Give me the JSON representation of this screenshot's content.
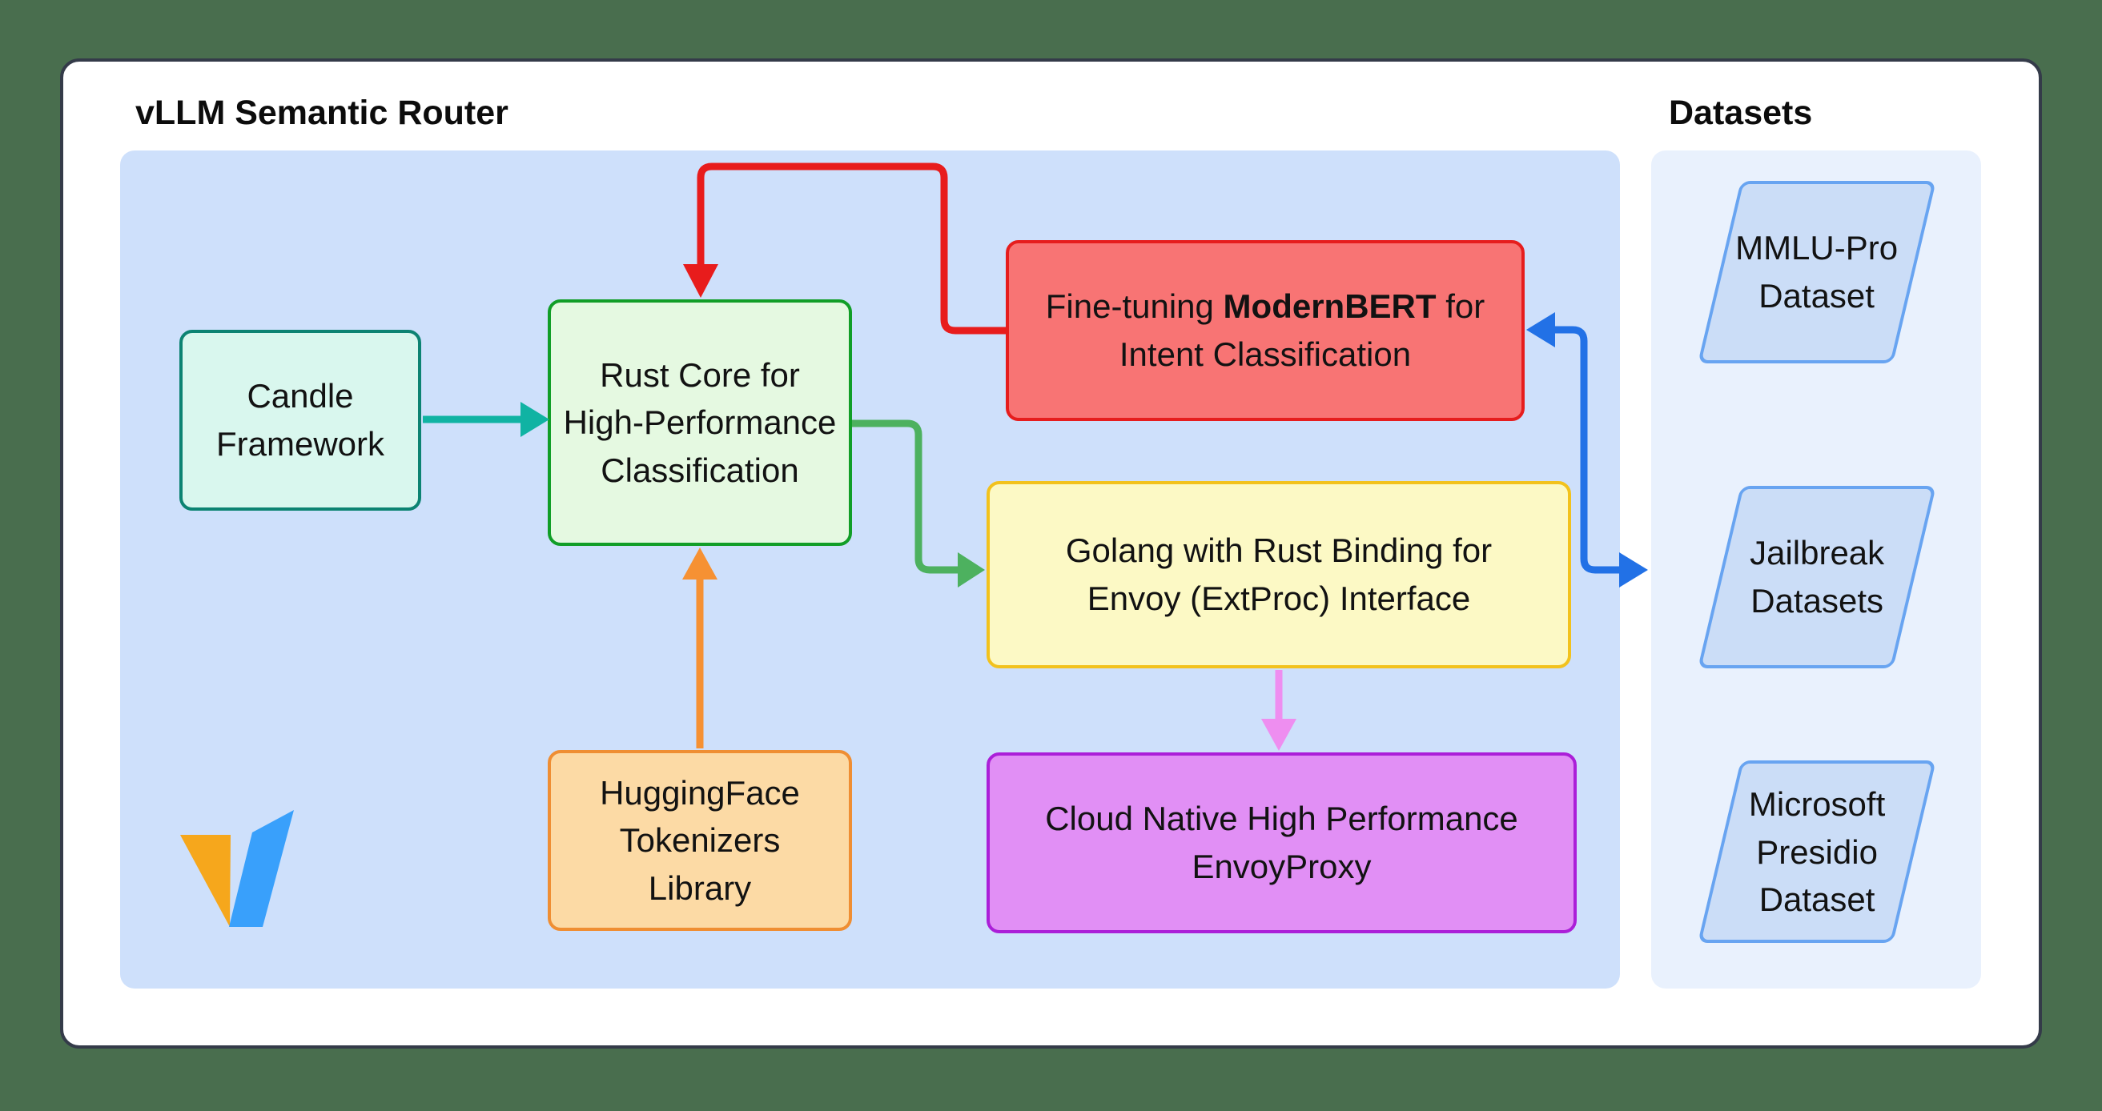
{
  "header": {
    "title": "vLLM Semantic Router",
    "datasets_label": "Datasets"
  },
  "nodes": {
    "candle": {
      "label": "Candle\nFramework"
    },
    "rust_core": {
      "label": "Rust Core for\nHigh-Performance\nClassification"
    },
    "fine_tuning": {
      "prefix": "Fine-tuning ",
      "bold": "ModernBERT",
      "suffix": " for\nIntent Classification"
    },
    "golang": {
      "label": "Golang with Rust Binding for\nEnvoy (ExtProc) Interface"
    },
    "huggingface": {
      "label": "HuggingFace\nTokenizers\nLibrary"
    },
    "envoyproxy": {
      "label": "Cloud Native High Performance\nEnvoyProxy"
    }
  },
  "datasets": [
    {
      "label": "MMLU-Pro\nDataset"
    },
    {
      "label": "Jailbreak\nDatasets"
    },
    {
      "label": "Microsoft\nPresidio\nDataset"
    }
  ],
  "edges": [
    {
      "from": "candle",
      "to": "rust_core",
      "color": "#10b3a3"
    },
    {
      "from": "fine_tuning",
      "to": "rust_core",
      "color": "#e81c1c"
    },
    {
      "from": "rust_core",
      "to": "golang",
      "color": "#4db15f"
    },
    {
      "from": "huggingface",
      "to": "rust_core",
      "color": "#f69133"
    },
    {
      "from": "golang",
      "to": "envoyproxy",
      "color": "#ee8ef0"
    },
    {
      "from": "fine_tuning",
      "to": "datasets_panel",
      "color": "#2271e6",
      "bidirectional": true
    }
  ],
  "colors": {
    "outer_background": "#496e4e",
    "card_background": "#ffffff",
    "card_border": "#343b49",
    "main_panel": "#cee0fb",
    "datasets_panel": "#e9f1fd",
    "candle_fill": "#d9f7ee",
    "candle_border": "#0c8372",
    "rust_fill": "#e5f9e1",
    "rust_border": "#119e27",
    "finetune_fill": "#f87474",
    "finetune_border": "#e61d1d",
    "golang_fill": "#fcf9c5",
    "golang_border": "#f2c21d",
    "huggingface_fill": "#fcdaa5",
    "huggingface_border": "#ef8e33",
    "envoy_fill": "#e18ff5",
    "envoy_border": "#ab1fd8",
    "dataset_fill": "#cbddf7",
    "dataset_border": "#68a4f1",
    "logo_yellow": "#f6a71c",
    "logo_blue": "#39a0fb"
  }
}
